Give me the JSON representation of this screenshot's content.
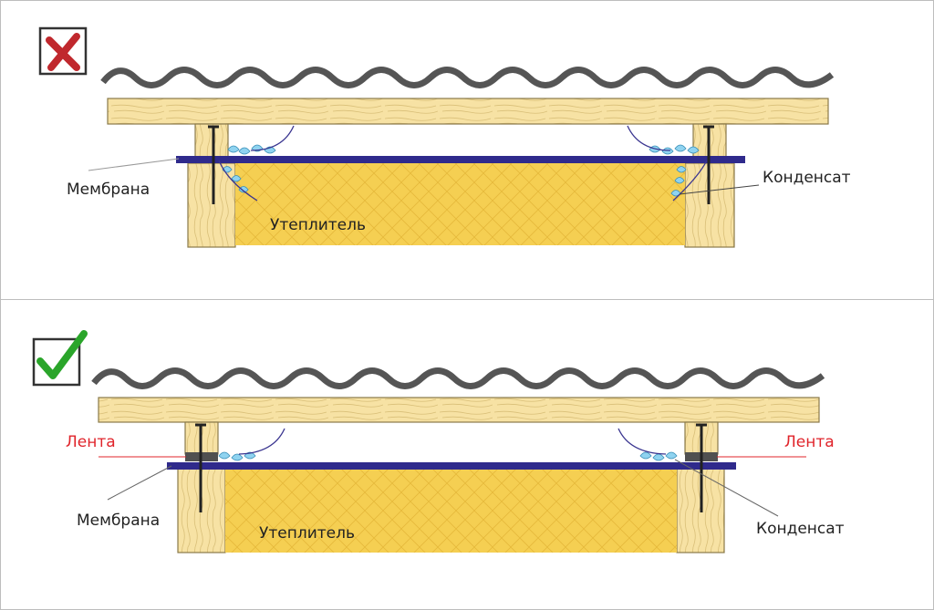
{
  "labels": {
    "membrane": "Мембрана",
    "condensate": "Конденсат",
    "insulation": "Утеплитель",
    "tape": "Лента"
  },
  "colors": {
    "wood": "#f7e2a4",
    "wood_stroke": "#8a7a4a",
    "insulation": "#f5cf52",
    "membrane": "#2f2a8c",
    "roofing": "#555555",
    "tape": "#505050",
    "drops": "#8fd3f0",
    "wrong_mark": "#c0282d",
    "correct_mark": "#2aa52a",
    "tape_label": "#e0242b"
  },
  "icons": {
    "top": "cross-mark-icon",
    "bottom": "check-mark-icon"
  }
}
